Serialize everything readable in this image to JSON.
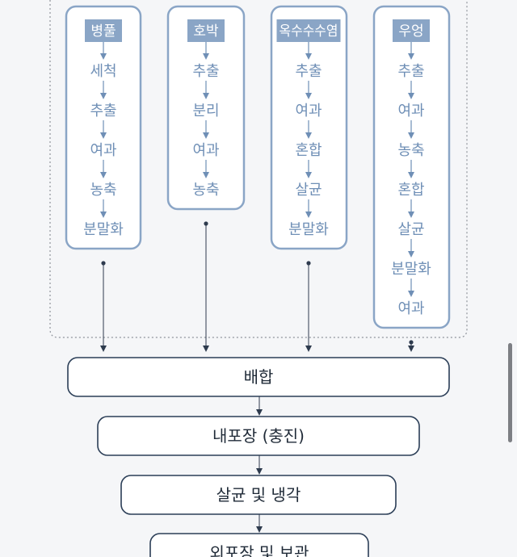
{
  "columns": [
    {
      "header": "병풀",
      "steps": [
        "세척",
        "추출",
        "여과",
        "농축",
        "분말화"
      ]
    },
    {
      "header": "호박",
      "steps": [
        "추출",
        "분리",
        "여과",
        "농축"
      ]
    },
    {
      "header": "옥수수수염",
      "steps": [
        "추출",
        "여과",
        "혼합",
        "살균",
        "분말화"
      ]
    },
    {
      "header": "우엉",
      "steps": [
        "추출",
        "여과",
        "농축",
        "혼합",
        "살균",
        "분말화",
        "여과"
      ]
    }
  ],
  "process": [
    "배합",
    "내포장 (충진)",
    "살균 및 냉각",
    "외포장 및 보관"
  ],
  "colors": {
    "column_accent": "#8aa5c6",
    "step_text": "#6f8fb6",
    "process_border": "#2b3e57"
  }
}
